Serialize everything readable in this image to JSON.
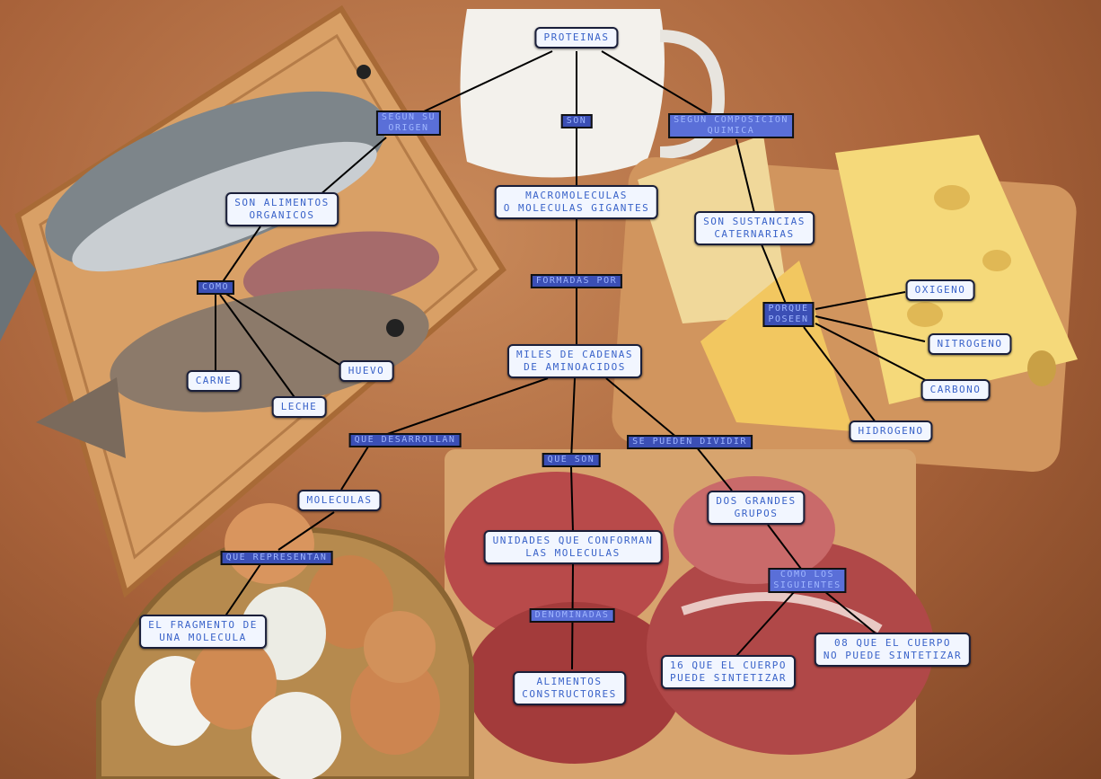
{
  "nodes": {
    "proteinas": "PROTEINAS",
    "macromoleculas": "MACROMOLECULAS\nO MOLECULAS GIGANTES",
    "miles_cadenas": "MILES DE CADENAS\nDE AMINOACIDOS",
    "alimentos_organicos": "SON ALIMENTOS\nORGANICOS",
    "carne": "CARNE",
    "leche": "LECHE",
    "huevo": "HUEVO",
    "sustancias": "SON SUSTANCIAS\nCATERNARIAS",
    "oxigeno": "OXIGENO",
    "nitrogeno": "NITROGENO",
    "carbono": "CARBONO",
    "hidrogeno": "HIDROGENO",
    "moleculas": "MOLECULAS",
    "fragmento": "EL FRAGMENTO DE\nUNA MOLECULA",
    "unidades": "UNIDADES QUE CONFORMAN\nLAS MOLECULAS",
    "constructores": "ALIMENTOS\nCONSTRUCTORES",
    "dos_grupos": "DOS GRANDES\nGRUPOS",
    "dieciseis": "16 QUE EL CUERPO\nPUEDE SINTETIZAR",
    "ocho": "08 QUE EL CUERPO\nNO PUEDE SINTETIZAR"
  },
  "links": {
    "segun_origen": "SEGUN SU\nORIGEN",
    "son": "SON",
    "segun_composicion": "SEGUN COMPOSICION\nQUIMICA",
    "como": "COMO",
    "formadas_por": "FORMADAS POR",
    "porque_poseen": "PORQUE\nPOSEEN",
    "que_desarrollan": "QUE DESARROLLAN",
    "que_son": "QUE SON",
    "se_pueden_dividir": "SE PUEDEN DIVIDIR",
    "que_representan": "QUE REPRESENTAN",
    "denominadas": "DENOMINADAS",
    "como_los_siguientes": "COMO LOS\nSIGUIENTES"
  }
}
